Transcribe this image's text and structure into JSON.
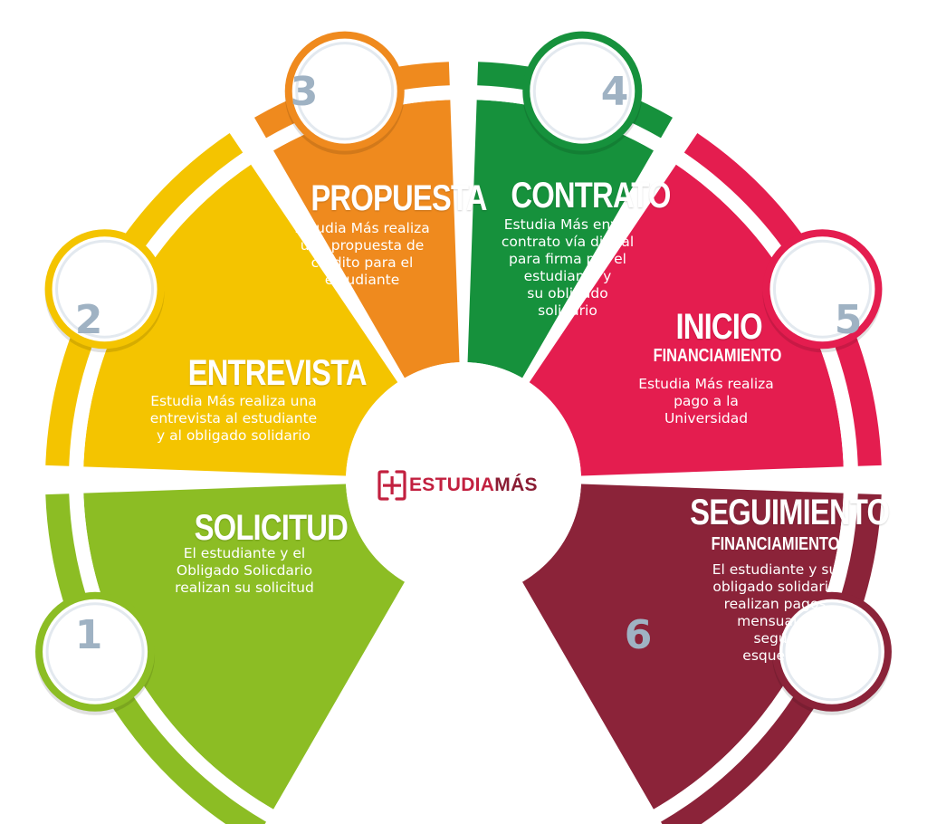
{
  "logo": {
    "brand_part1": "ESTUDIA",
    "brand_part2": "MÁS",
    "color_primary": "#c2203f",
    "color_secondary": "#8a1c33"
  },
  "steps": [
    {
      "number": "1",
      "title": "SOLICITUD",
      "subtitle": "",
      "description": "El estudiante y el\nObligado Solicdario\nrealizan su solicitud",
      "color": "#8cbd24"
    },
    {
      "number": "2",
      "title": "ENTREVISTA",
      "subtitle": "",
      "description": "Estudia Más realiza una\nentrevista al estudiante\ny al obligado solidario",
      "color": "#f4c400"
    },
    {
      "number": "3",
      "title": "PROPUESTA",
      "subtitle": "",
      "description": "Estudia Más realiza\nuna propuesta de\ncrédito para el\nestudiante",
      "color": "#ef8a1e"
    },
    {
      "number": "4",
      "title": "CONTRATO",
      "subtitle": "",
      "description": "Estudia Más envía\ncontrato vía digital\npara firma por el\nestudiante y\nsu obligado\nsolidario",
      "color": "#16913c"
    },
    {
      "number": "5",
      "title": "INICIO",
      "subtitle": "FINANCIAMIENTO",
      "description": "Estudia Más realiza\npago a la\nUniversidad",
      "color": "#e41d4f"
    },
    {
      "number": "6",
      "title": "SEGUIMIENTO",
      "subtitle": "FINANCIAMIENTO",
      "description": "El estudiante y su\nobligado solidario\nrealizan pagos\nmensuales\nsegún\nesquema",
      "color": "#8b2339"
    }
  ]
}
